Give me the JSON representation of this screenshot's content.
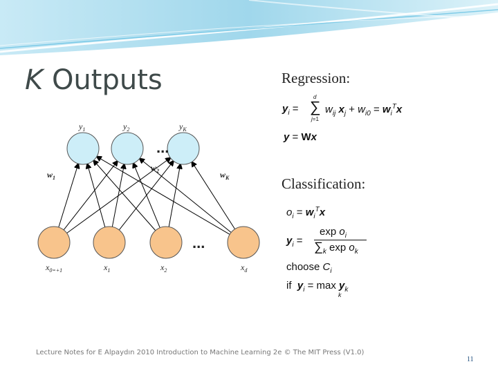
{
  "slide": {
    "title_k": "K",
    "title_rest": " Outputs",
    "regression_title": "Regression:",
    "classification_title": "Classification:",
    "footer": "Lecture Notes for E Alpaydın 2010 Introduction to Machine Learning 2e © The MIT Press (V1.0)",
    "page_number": "11"
  },
  "network": {
    "output_labels": [
      "y1",
      "y2",
      "yK"
    ],
    "input_labels": [
      "x0=+1",
      "x1",
      "x2",
      "xd"
    ],
    "weight_labels": [
      "w1",
      "w2",
      "wK"
    ],
    "ellipsis": "..."
  },
  "formulas": {
    "regression": [
      "y_i = Σ_{j=1}^{d} w_ij x_j + w_i0 = w_i^T x",
      "y = Wx"
    ],
    "classification": [
      "o_i = w_i^T x",
      "y_i = exp o_i / Σ_k exp o_k",
      "choose C_i",
      "if y_i = max_k y_k"
    ]
  },
  "colors": {
    "output_node": "#cdeef8",
    "input_node": "#f8c48c",
    "banner": "#8fd0e8"
  }
}
